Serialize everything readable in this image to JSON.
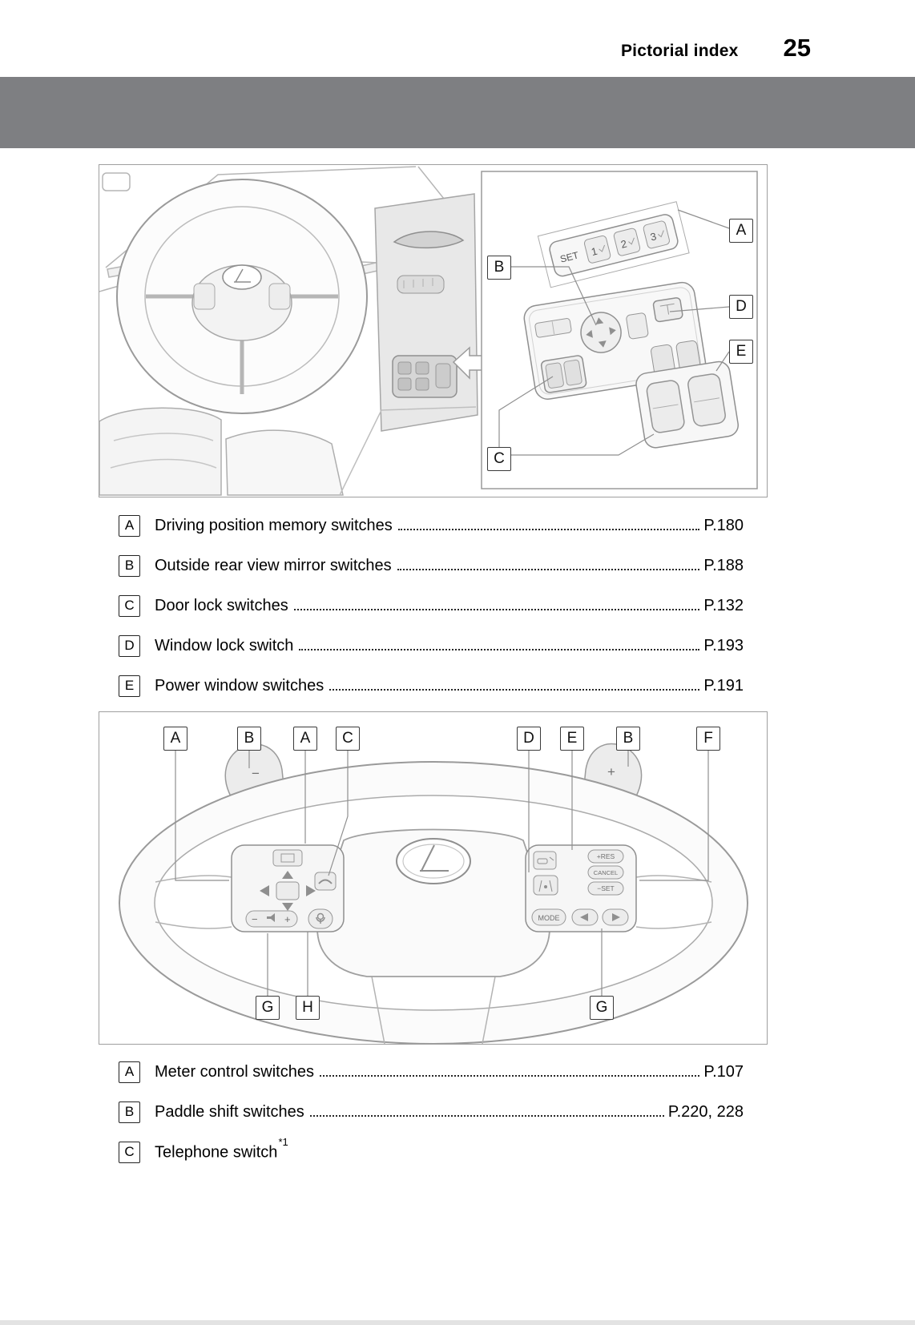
{
  "header": {
    "title": "Pictorial index",
    "page_number": "25"
  },
  "figure_interior": {
    "callouts": {
      "a": "A",
      "b": "B",
      "c": "C",
      "d": "D",
      "e": "E"
    },
    "memory_panel": {
      "set_label": "SET",
      "button_1": "1",
      "button_2": "2",
      "button_3": "3"
    }
  },
  "legend_door": {
    "items": [
      {
        "letter": "A",
        "label": "Driving position memory switches",
        "page": "P.180"
      },
      {
        "letter": "B",
        "label": "Outside rear view mirror switches",
        "page": "P.188"
      },
      {
        "letter": "C",
        "label": "Door lock switches",
        "page": "P.132"
      },
      {
        "letter": "D",
        "label": "Window lock switch",
        "page": "P.193"
      },
      {
        "letter": "E",
        "label": "Power window switches",
        "page": "P.191"
      }
    ]
  },
  "figure_steering": {
    "callouts_top": [
      "A",
      "B",
      "A",
      "C",
      "D",
      "E",
      "B",
      "F"
    ],
    "callouts_bottom": [
      "G",
      "H",
      "G"
    ],
    "labels": {
      "left_paddle": "−",
      "right_paddle": "+",
      "res": "+RES",
      "cancel": "CANCEL",
      "set": "−SET",
      "mode": "MODE",
      "vol_minus": "−",
      "vol_plus": "+"
    }
  },
  "legend_steering": {
    "items": [
      {
        "letter": "A",
        "label": "Meter control switches",
        "page": "P.107"
      },
      {
        "letter": "B",
        "label": "Paddle shift switches",
        "page": "P.220, 228"
      },
      {
        "letter": "C",
        "label": "Telephone switch",
        "note": "*1"
      }
    ]
  }
}
